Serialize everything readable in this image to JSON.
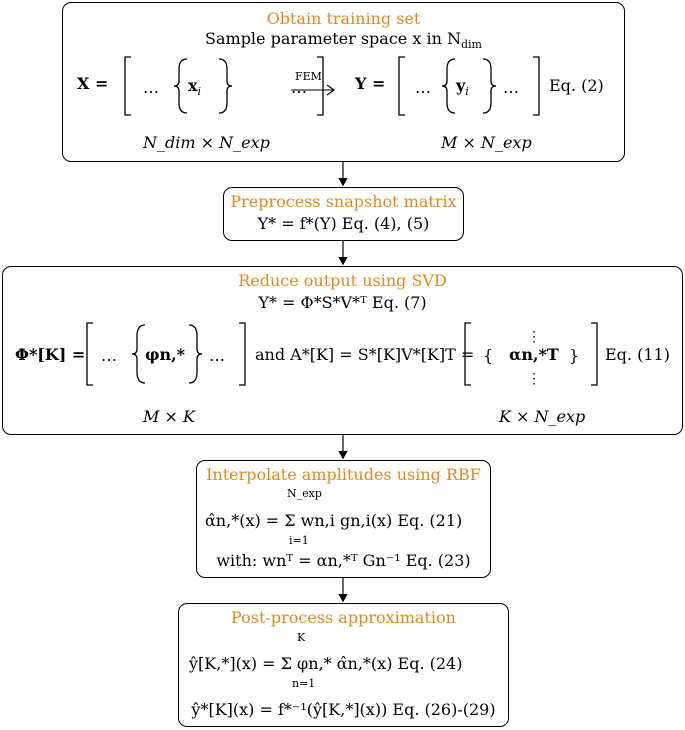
{
  "steps": [
    {
      "title": "Obtain training set",
      "line1": "Sample parameter space x in N",
      "line1_sub": "dim",
      "matrix_left": "X =",
      "matrix_left_entry": "x",
      "matrix_left_sub": "i",
      "fem": "FEM",
      "matrix_right": "Y =",
      "matrix_right_entry": "y",
      "matrix_right_sub": "i",
      "eq": "Eq. (2)",
      "dim_left": "N_dim × N_exp",
      "dim_right": "M × N_exp"
    },
    {
      "title": "Preprocess snapshot matrix",
      "formula": "Y* = f*(Y) Eq. (4), (5)"
    },
    {
      "title": "Reduce output using SVD",
      "formula": "Y* = Φ*S*V*ᵀ Eq. (7)",
      "phi_lhs": "Φ*[K] =",
      "phi_entry": "φn,*",
      "and_text": "and A*[K] = S*[K]V*[K]T =",
      "alpha_entry": "αn,*T",
      "eq": "Eq. (11)",
      "dim_left": "M × K",
      "dim_right": "K × N_exp"
    },
    {
      "title": "Interpolate amplitudes using RBF",
      "formula1": "α̂n,*(x) = Σ wn,i gn,i(x) Eq. (21)",
      "sum_top": "N_exp",
      "sum_bottom": "i=1",
      "formula2": "with: wnᵀ = αn,*ᵀ Gn⁻¹ Eq. (23)"
    },
    {
      "title": "Post-process approximation",
      "formula1": "ŷ[K,*](x) = Σ φn,* α̂n,*(x) Eq. (24)",
      "sum_top": "K",
      "sum_bottom": "n=1",
      "formula2": "ŷ*[K](x) = f*⁻¹(ŷ[K,*](x)) Eq. (26)-(29)"
    }
  ],
  "colors": {
    "title": "#e08a1e",
    "line": "#000000"
  }
}
